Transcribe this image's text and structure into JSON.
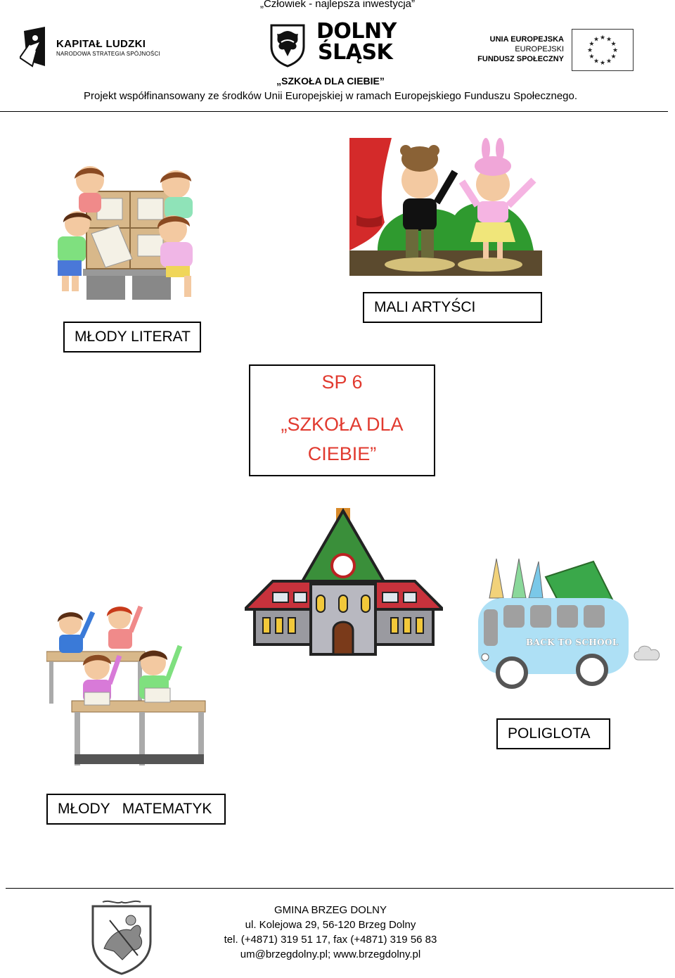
{
  "header": {
    "tagline": "„Człowiek - najlepsza inwestycja”",
    "kapital_ludzki": {
      "title": "KAPITAŁ LUDZKI",
      "subtitle": "NARODOWA STRATEGIA SPÓJNOŚCI"
    },
    "dolny_slask": {
      "line1": "DOLNY",
      "line2": "ŚLĄSK"
    },
    "eu": {
      "line1": "UNIA EUROPEJSKA",
      "line2": "EUROPEJSKI",
      "line3": "FUNDUSZ SPOŁECZNY"
    },
    "project_title": "„SZKOŁA DLA CIEBIE”",
    "project_desc": "Projekt współfinansowany ze środków Unii Europejskiej w ramach Europejskiego Funduszu Społecznego."
  },
  "labels": {
    "mlody_literat": "MŁODY LITERAT",
    "mali_artysci": "MALI ARTYŚCI",
    "poliglota": "POLIGLOTA",
    "mlody_matematyk": "MŁODY   MATEMATYK"
  },
  "center": {
    "line1": "SP 6",
    "line2": "„SZKOŁA DLA",
    "line3": "CIEBIE”"
  },
  "bus": {
    "sign": "BACK TO SCHOOL"
  },
  "footer": {
    "line1": "GMINA BRZEG DOLNY",
    "line2": "ul. Kolejowa 29, 56-120 Brzeg Dolny",
    "line3": "tel. (+4871) 319 51 17, fax (+4871) 319 56 83",
    "line4": "um@brzegdolny.pl; www.brzegdolny.pl"
  },
  "colors": {
    "accent_red": "#e13a2f",
    "roof_green": "#3a8f3a",
    "bus_blue": "#aee0f5"
  }
}
